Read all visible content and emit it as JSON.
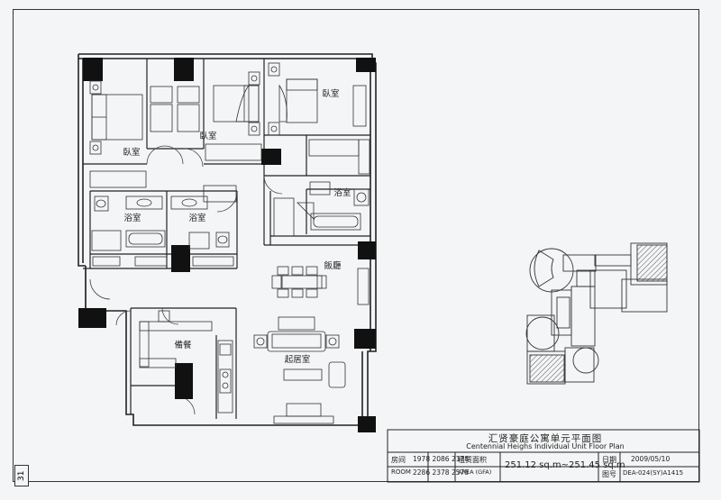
{
  "rooms": {
    "bedroom_1": "臥室",
    "bedroom_2": "臥室",
    "bedroom_3": "臥室",
    "bath_1": "浴室",
    "bath_2": "浴室",
    "bath_3": "浴室",
    "dining": "飯廳",
    "kitchen": "備餐",
    "living": "起居室"
  },
  "title_block": {
    "title_cn": "汇贤豪庭公寓单元平面图",
    "title_en": "Centennial Heighs Individual Unit Floor Plan",
    "room_label_cn": "房间",
    "room_label_en": "ROOM",
    "room_numbers_row1": "1978  2086  2178",
    "room_numbers_row2": "2286  2378  2578",
    "area_label_cn": "租赁面积",
    "area_label_en": "AREA (GFA)",
    "area_value": "251.12 sq.m~251.45 sq.m",
    "date_label": "日期",
    "date_value": "2009/05/10",
    "drawing_label": "图号",
    "drawing_value": "DEA-024(SY)A1415"
  },
  "page_number": "31",
  "colors": {
    "line": "#222222",
    "paper": "#f4f5f6",
    "hatch": "#555555"
  }
}
